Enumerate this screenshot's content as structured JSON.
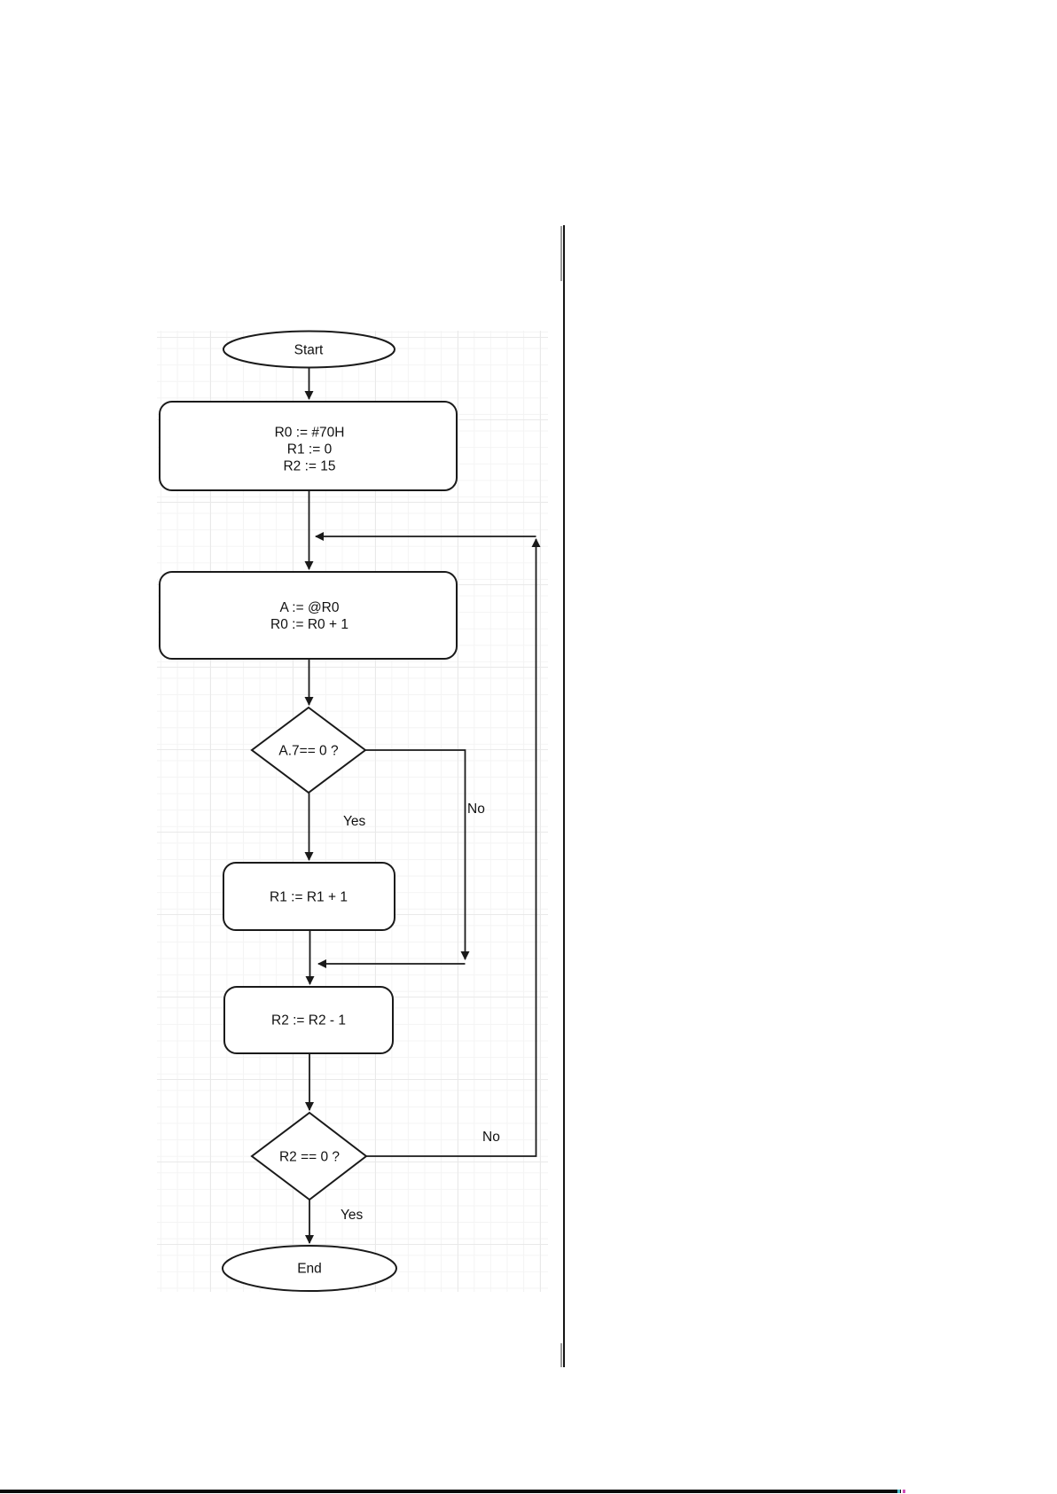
{
  "page": {
    "background": "#ffffff"
  },
  "diagram": {
    "type": "flowchart",
    "nodes": {
      "start": {
        "shape": "terminator",
        "label": "Start"
      },
      "init": {
        "shape": "process",
        "lines": [
          "R0 := #70H",
          "R1 := 0",
          "R2 := 15"
        ]
      },
      "read": {
        "shape": "process",
        "lines": [
          "A := @R0",
          "R0 := R0 + 1"
        ]
      },
      "check_bit": {
        "shape": "decision",
        "label": "A.7== 0 ?"
      },
      "inc_r1": {
        "shape": "process",
        "label": "R1 := R1 + 1"
      },
      "dec_r2": {
        "shape": "process",
        "label": "R2 := R2 - 1"
      },
      "check_r2": {
        "shape": "decision",
        "label": "R2 == 0 ?"
      },
      "end": {
        "shape": "terminator",
        "label": "End"
      }
    },
    "edge_labels": {
      "check_bit_yes": "Yes",
      "check_bit_no": "No",
      "check_r2_yes": "Yes",
      "check_r2_no": "No"
    },
    "colors": {
      "line": "#1a1a1a",
      "node_fill": "#ffffff",
      "grid_minor": "#f4f4f4",
      "grid_major": "#e9e9e9",
      "divider": "#151515",
      "bottom_rule": "#0a0a0a",
      "artifact_cyan": "#4fc3d1",
      "artifact_magenta": "#cf4fb8"
    }
  }
}
